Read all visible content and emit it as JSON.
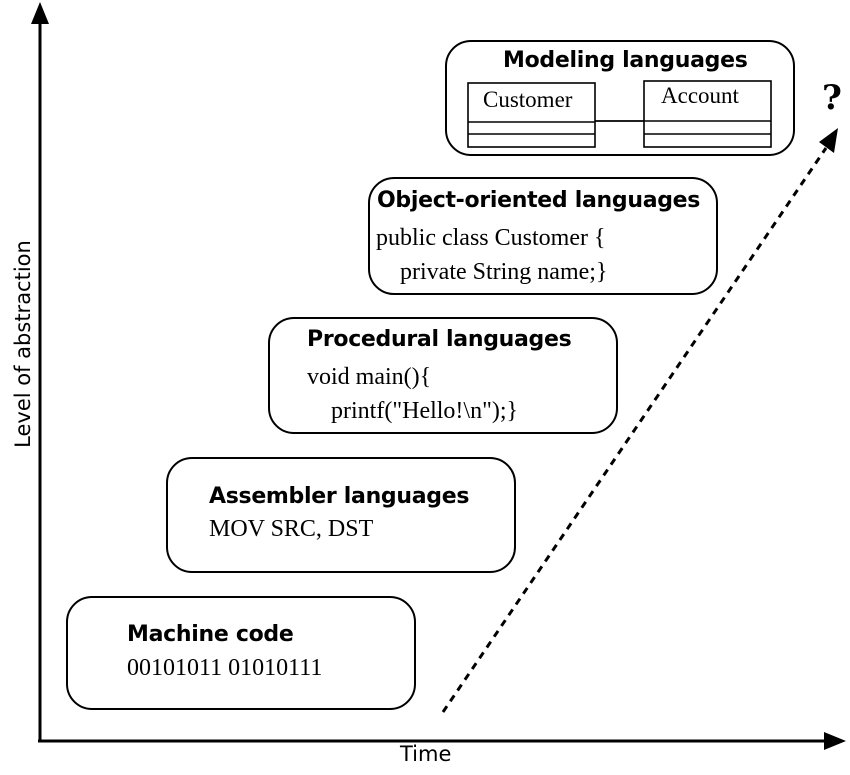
{
  "axes": {
    "y_label": "Level of abstraction",
    "x_label": "Time"
  },
  "future_marker": "?",
  "levels": [
    {
      "title": "Machine code",
      "code": [
        "00101011 01010111"
      ]
    },
    {
      "title": "Assembler languages",
      "code": [
        "MOV SRC, DST"
      ]
    },
    {
      "title": "Procedural languages",
      "code": [
        "void main(){",
        "printf(\"Hello!\\n\");}"
      ]
    },
    {
      "title": "Object-oriented languages",
      "code": [
        "public class Customer {",
        "private String name;}"
      ]
    },
    {
      "title": "Modeling languages",
      "uml": {
        "class_left": "Customer",
        "class_right": "Account"
      }
    }
  ]
}
